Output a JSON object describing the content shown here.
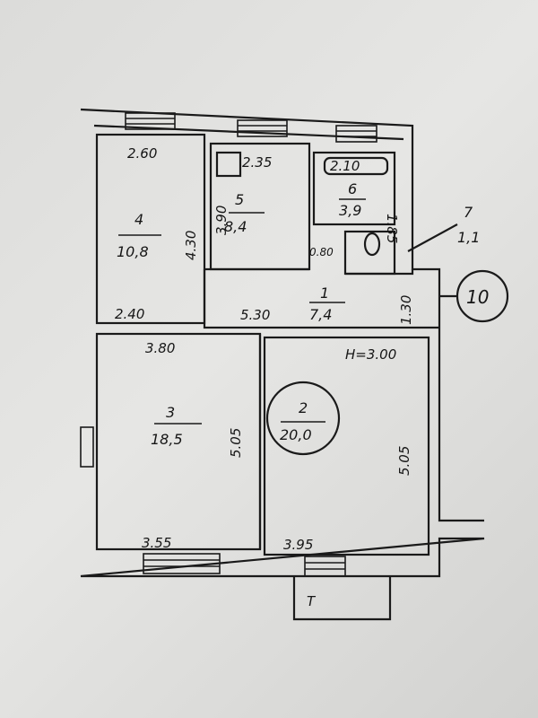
{
  "plan": {
    "rooms": [
      {
        "number": "1",
        "area": "7,4"
      },
      {
        "number": "2",
        "area": "20,0"
      },
      {
        "number": "3",
        "area": "18,5"
      },
      {
        "number": "4",
        "area": "10,8"
      },
      {
        "number": "5",
        "area": "8,4"
      },
      {
        "number": "6",
        "area": "3,9"
      },
      {
        "number": "7",
        "area": "1,1"
      }
    ],
    "dimensions": {
      "r4_top": "2.60",
      "r4_bottom": "2.40",
      "r4_side": "4.30",
      "r5_top": "2.35",
      "r5_side": "3.90",
      "r6_top": "2.10",
      "r6_side": "1.85",
      "door_width": "0.80",
      "corridor_len": "5.30",
      "corridor_side": "1.30",
      "r3_top": "3.80",
      "r3_side": "5.05",
      "r3_bottom": "3.55",
      "r2_side": "5.05",
      "r2_bottom": "3.95",
      "height": "H=3.00"
    },
    "apartment_number": "10",
    "balcony_label": "T"
  }
}
